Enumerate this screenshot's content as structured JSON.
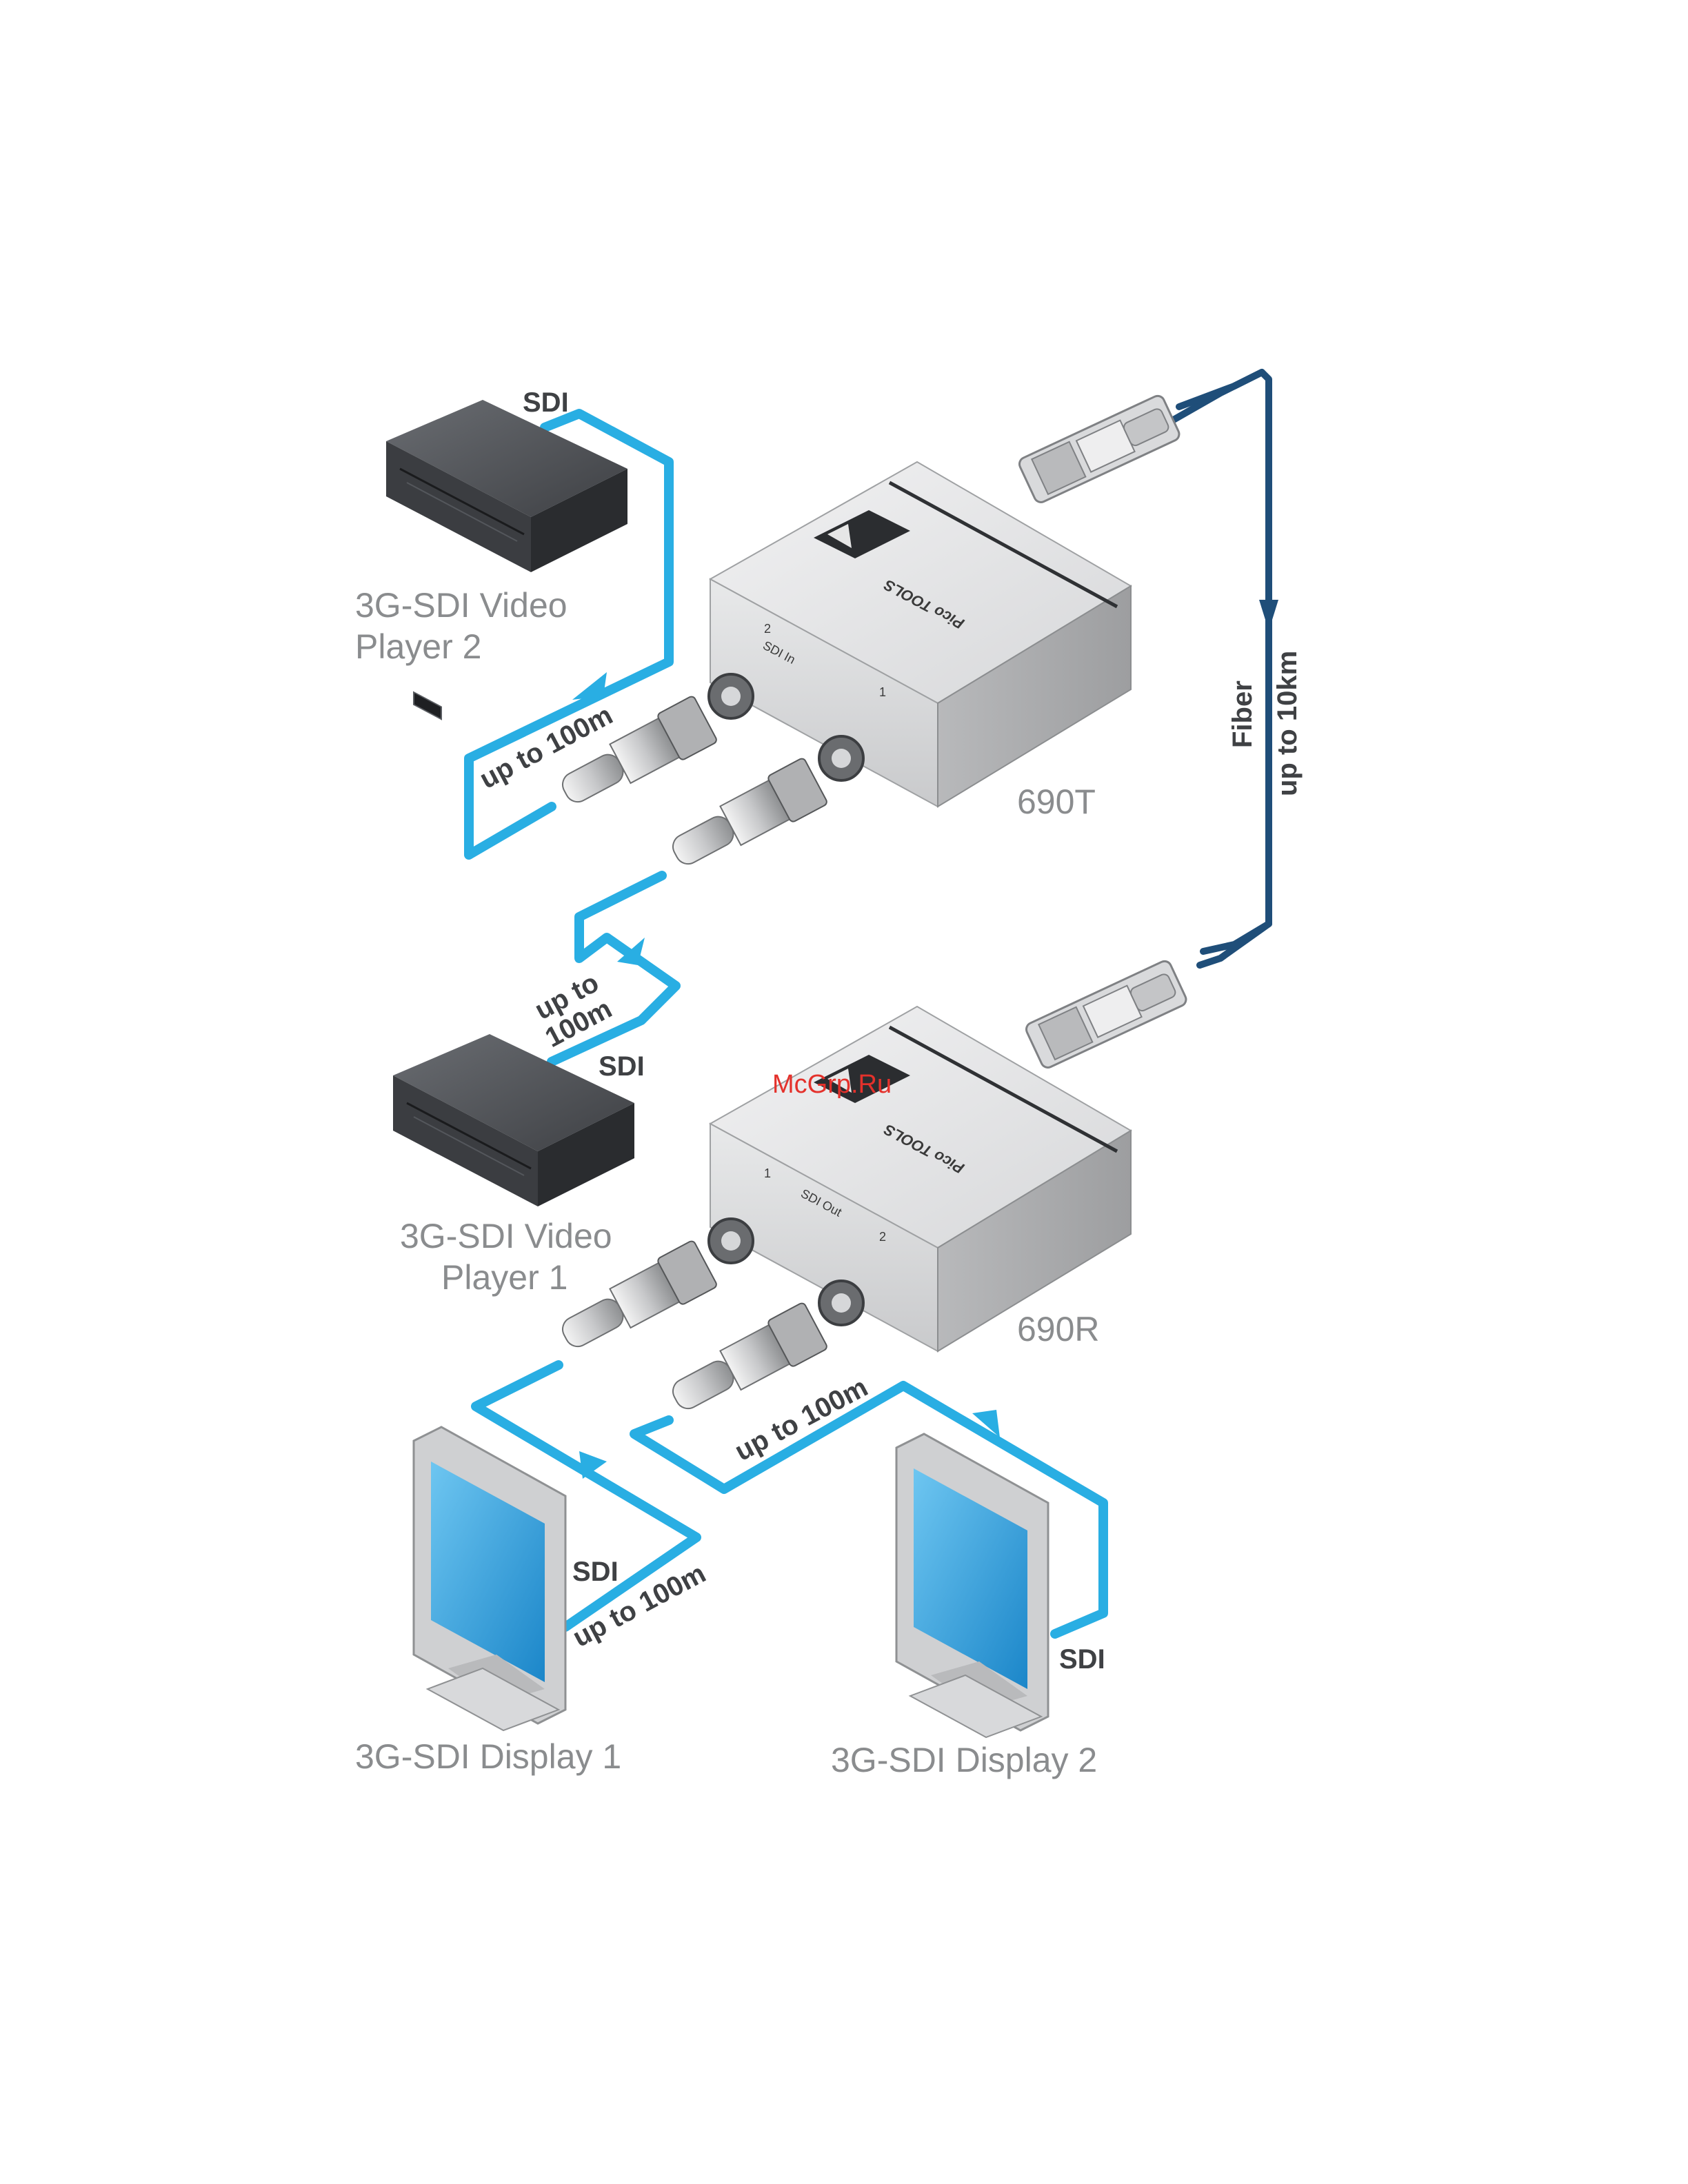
{
  "colors": {
    "sdi_cable": "#29aee3",
    "fiber_cable": "#1f4e79",
    "box_light": "#e2e3e5",
    "box_dark": "#55585c",
    "label_gray": "#8a8c8e",
    "watermark": "#e4312b"
  },
  "devices": {
    "player2": {
      "label_line1": "3G-SDI Video",
      "label_line2": "Player 2"
    },
    "player1": {
      "label_line1": "3G-SDI Video",
      "label_line2": "Player 1"
    },
    "transmitter": {
      "model": "690T",
      "brand": "Pico TOOLS",
      "port_group": "SDI In",
      "port1": "1",
      "port2": "2"
    },
    "receiver": {
      "model": "690R",
      "brand": "Pico TOOLS",
      "port_group": "SDI Out",
      "port1": "1",
      "port2": "2"
    },
    "display1": {
      "label": "3G-SDI Display 1"
    },
    "display2": {
      "label": "3G-SDI Display 2"
    }
  },
  "cables": {
    "player2_sdi": "SDI",
    "player2_len": "up to 100m",
    "player1_sdi": "SDI",
    "player1_len_line1": "up to",
    "player1_len_line2": "100m",
    "display1_sdi": "SDI",
    "display1_len": "up to 100m",
    "display2_sdi": "SDI",
    "display2_len": "up to 100m",
    "fiber_label": "Fiber",
    "fiber_len": "up to 10km"
  },
  "watermark": "McGrp.Ru"
}
